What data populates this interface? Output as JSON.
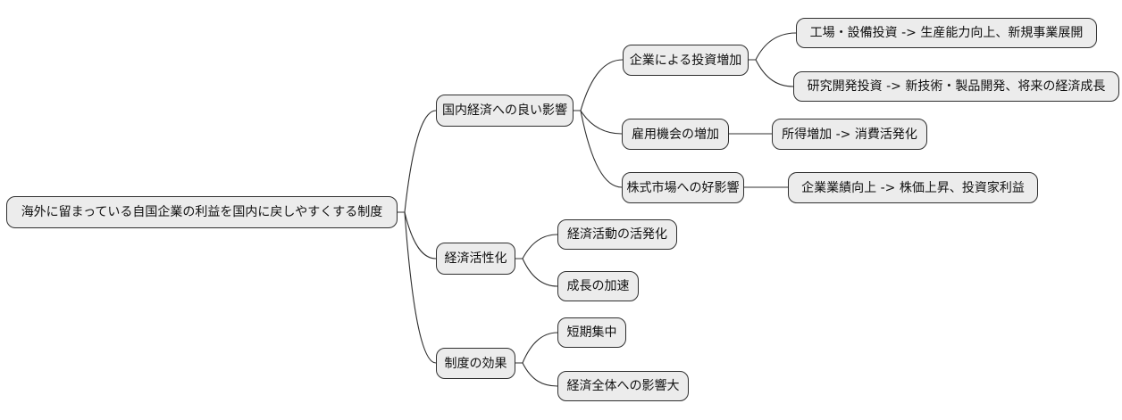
{
  "colors": {
    "background": "#ffffff",
    "node_fill": "#ececec",
    "node_border": "#2f2f2f",
    "edge_line": "#2f2f2f",
    "text": "#111111"
  },
  "mindmap": {
    "type": "mindmap-tree",
    "root": {
      "label": "海外に留まっている自国企業の利益を国内に戻しやすくする制度",
      "children": [
        {
          "label": "国内経済への良い影響",
          "children": [
            {
              "label": "企業による投資増加",
              "children": [
                {
                  "label": "工場・設備投資 -> 生産能力向上、新規事業展開"
                },
                {
                  "label": "研究開発投資 -> 新技術・製品開発、将来の経済成長"
                }
              ]
            },
            {
              "label": "雇用機会の増加",
              "children": [
                {
                  "label": "所得増加 -> 消費活発化"
                }
              ]
            },
            {
              "label": "株式市場への好影響",
              "children": [
                {
                  "label": "企業業績向上 -> 株価上昇、投資家利益"
                }
              ]
            }
          ]
        },
        {
          "label": "経済活性化",
          "children": [
            {
              "label": "経済活動の活発化"
            },
            {
              "label": "成長の加速"
            }
          ]
        },
        {
          "label": "制度の効果",
          "children": [
            {
              "label": "短期集中"
            },
            {
              "label": "経済全体への影響大"
            }
          ]
        }
      ]
    }
  }
}
